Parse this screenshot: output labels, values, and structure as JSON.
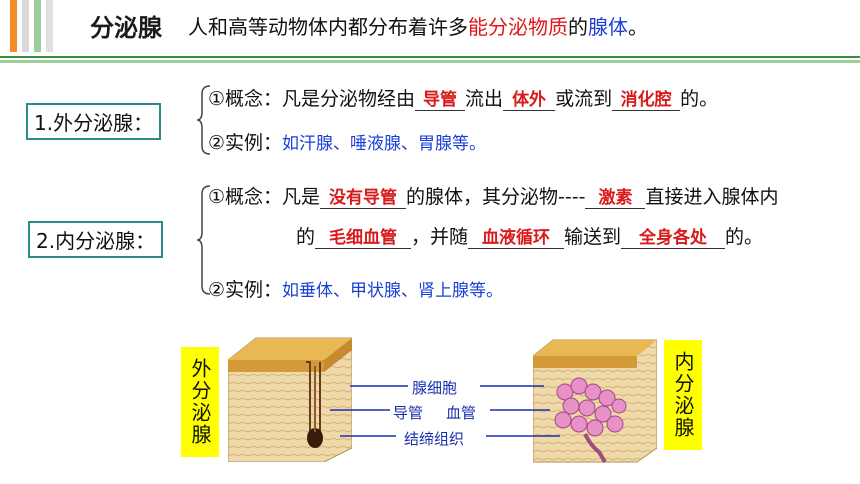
{
  "header": {
    "title": "分泌腺",
    "subtitle_plain1": "人和高等动物体内都分布着许多",
    "subtitle_red": "能分泌物质",
    "subtitle_plain2": "的",
    "subtitle_blue": "腺体",
    "subtitle_end": "。"
  },
  "exocrine": {
    "label": "1.外分泌腺：",
    "concept_prefix": "①概念：凡是分泌物经由",
    "blank1": "导管",
    "concept_mid1": "流出",
    "blank2": "体外",
    "concept_mid2": "或流到",
    "blank3": "消化腔",
    "concept_end": "的。",
    "example_prefix": "②实例：",
    "example_text": "如汗腺、唾液腺、胃腺等。"
  },
  "endocrine": {
    "label": "2.内分泌腺：",
    "concept_prefix": "①概念：凡是",
    "blank1": "没有导管",
    "concept_mid1": "的腺体，其分泌物----",
    "blank2": "激素",
    "concept_mid2": "直接进入腺体内",
    "line2_prefix": "的",
    "blank3": "毛细血管",
    "line2_mid1": "，并随",
    "blank4": "血液循环",
    "line2_mid2": "输送到",
    "blank5": "全身各处",
    "line2_end": "的。",
    "example_prefix": "②实例：",
    "example_text": "如垂体、甲状腺、肾上腺等。"
  },
  "diagram": {
    "left_label": "外分泌腺",
    "right_label": "内分泌腺",
    "label_gland_cell": "腺细胞",
    "label_duct": "导管",
    "label_vessel": "血管",
    "label_tissue": "结缔组织"
  },
  "colors": {
    "stripe1": "#f28c28",
    "stripe2": "#d6d6d6",
    "stripe3": "#9ccf9c",
    "red": "#e01818",
    "blue": "#1a3fd6",
    "box_border": "#2e8b8b",
    "yellow": "#ffff00"
  }
}
